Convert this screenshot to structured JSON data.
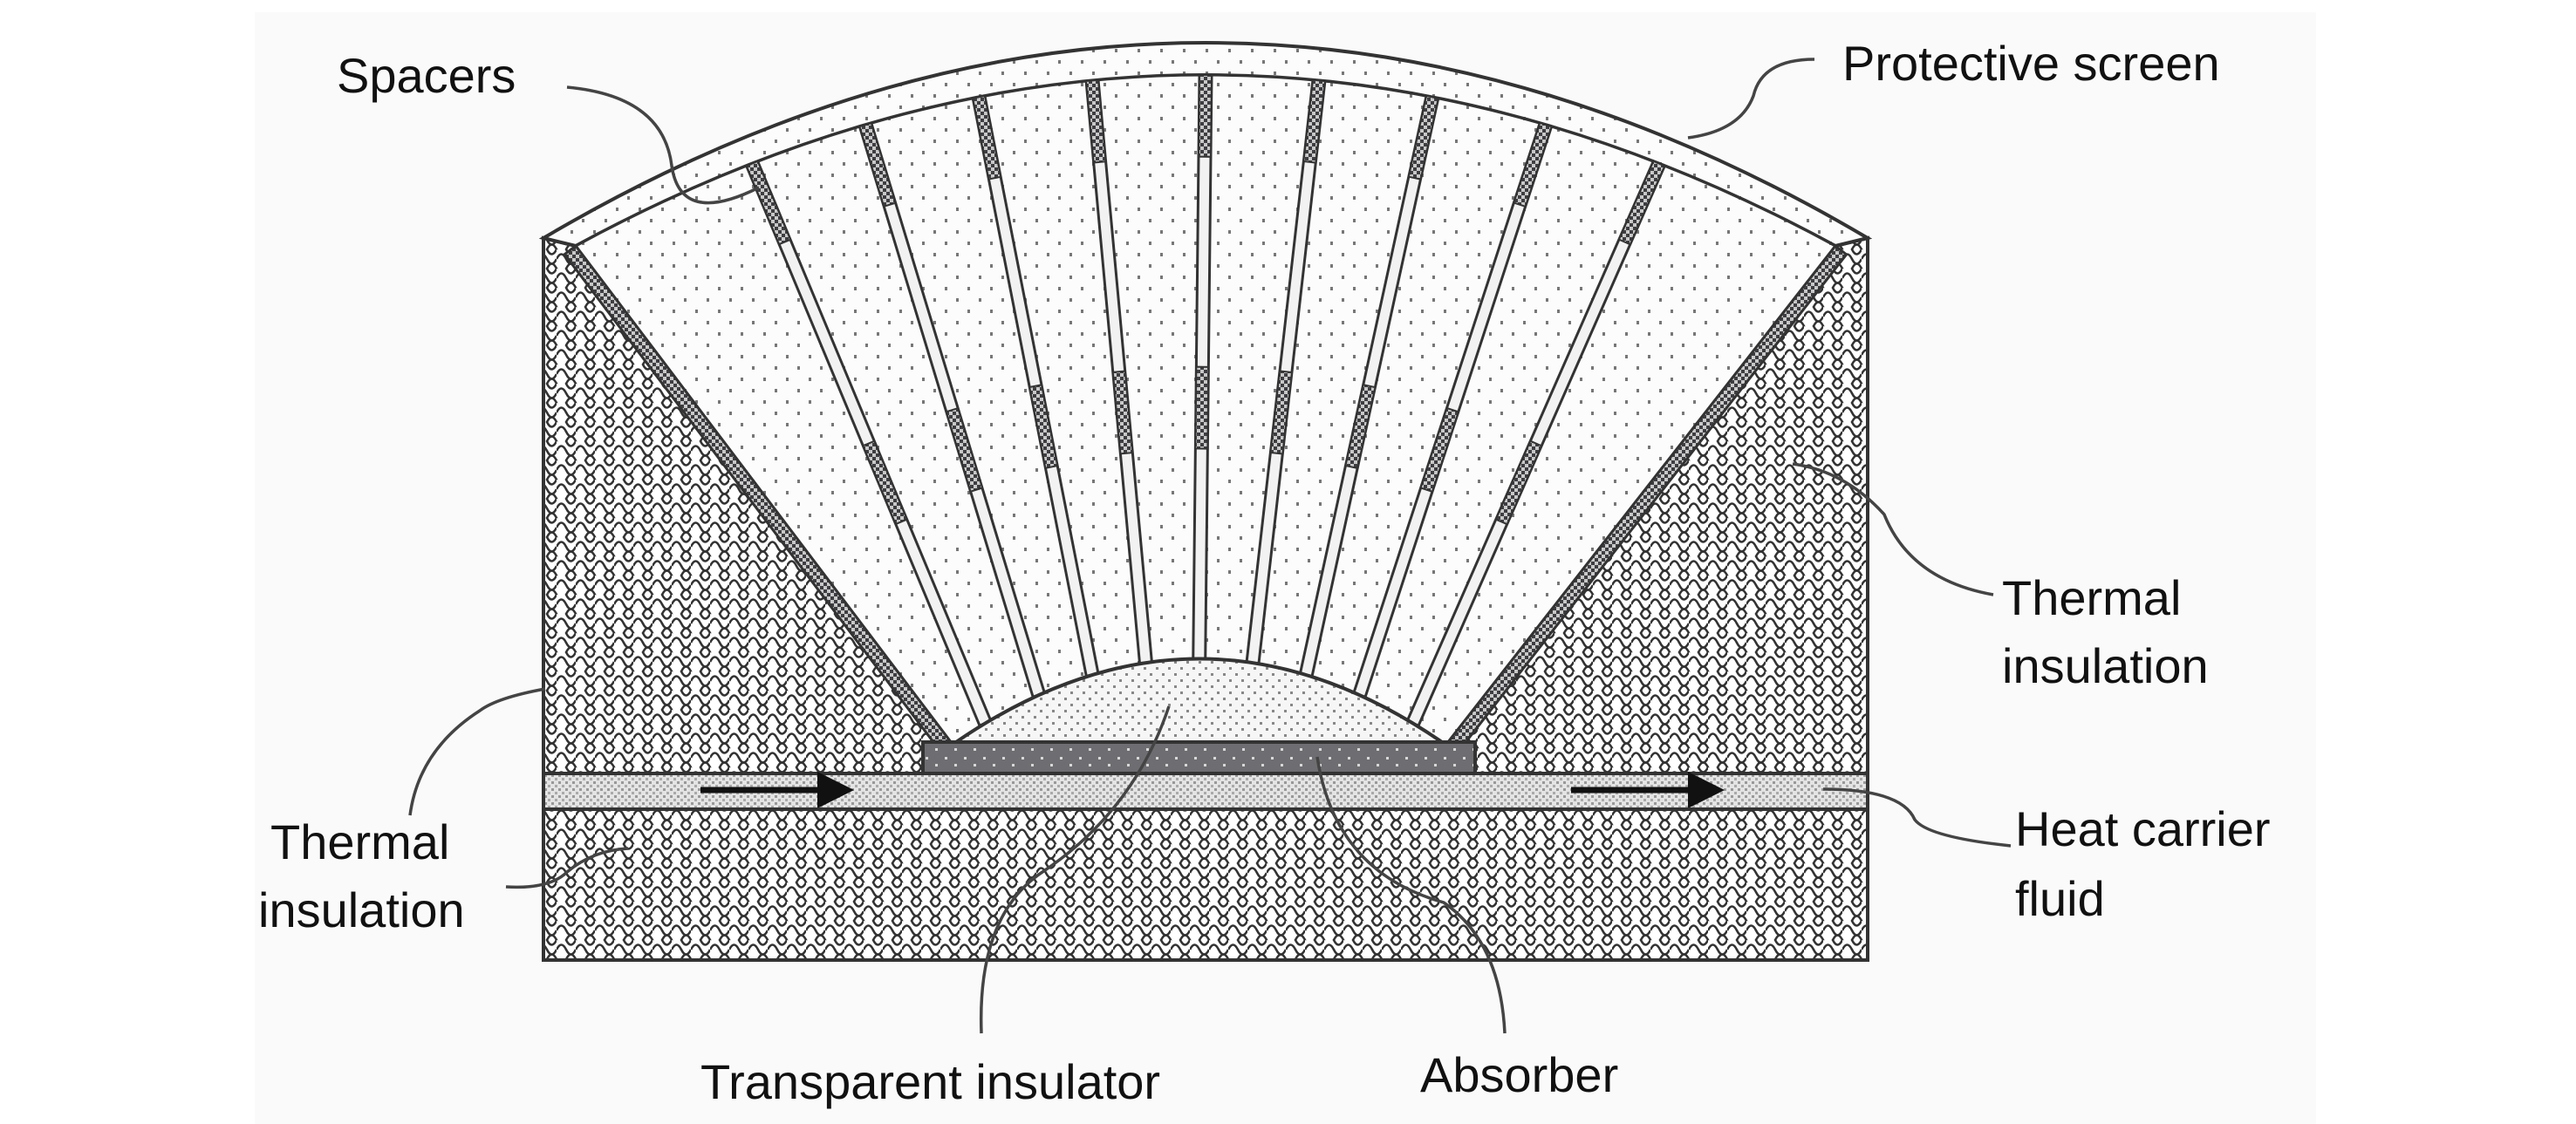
{
  "figure": {
    "type": "cross-section diagram",
    "subject": "Solar collector with transparent insulator"
  },
  "labels": {
    "spacers": "Spacers",
    "protective_screen": "Protective screen",
    "thermal_insulation_right_line1": "Thermal",
    "thermal_insulation_right_line2": "insulation",
    "thermal_insulation_left_line1": "Thermal",
    "thermal_insulation_left_line2": "insulation",
    "heat_carrier_line1": "Heat carrier",
    "heat_carrier_line2": "fluid",
    "transparent_insulator": "Transparent insulator",
    "absorber": "Absorber"
  },
  "components": [
    {
      "name": "Protective screen",
      "pattern": "sparse dots"
    },
    {
      "name": "Spacers",
      "count": 9,
      "pattern": "checkered segments"
    },
    {
      "name": "Transparent insulator",
      "pattern": "dense dots"
    },
    {
      "name": "Absorber",
      "pattern": "dark with light dots"
    },
    {
      "name": "Heat carrier fluid",
      "pattern": "fine stipple",
      "flow_direction": "left-to-right"
    },
    {
      "name": "Thermal insulation",
      "pattern": "scale/wave hatch"
    }
  ],
  "colors": {
    "panel_bg": "#fafafa",
    "outline": "#333333",
    "absorber": "#6e6e72",
    "spacer_dark": "#4a4a4e"
  }
}
